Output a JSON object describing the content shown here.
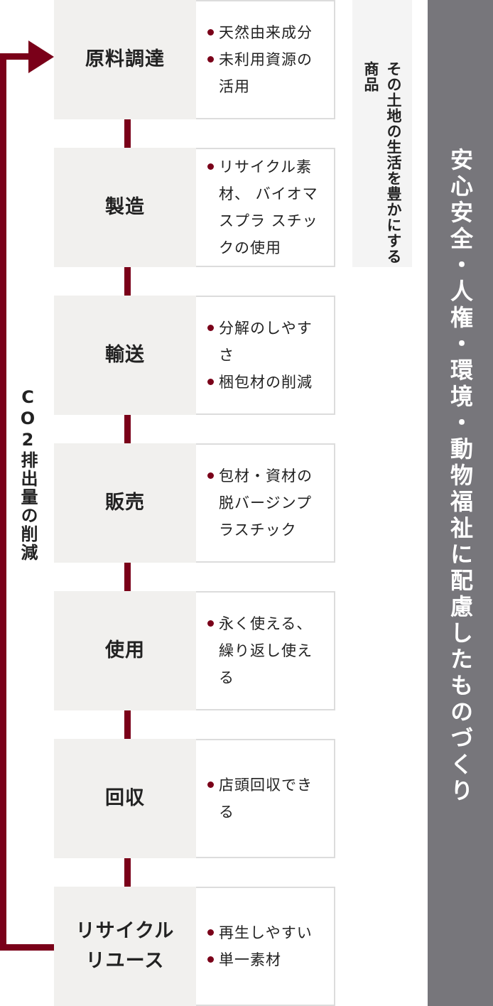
{
  "colors": {
    "accent": "#7a0019",
    "stage_bg": "#f1f0ee",
    "side_box_bg": "#f4f4f4",
    "band_bg": "#77767b"
  },
  "loop_label": "CO2排出量の削減",
  "side_note": "その土地の生活を豊かにする商品",
  "side_band": "安心安全・人権・環境・動物福祉に配慮したものづくり",
  "stages": [
    {
      "label": "原料調達",
      "bullets": [
        "天然由来成分",
        "未利用資源の活用"
      ]
    },
    {
      "label": "製造",
      "bullets": [
        "リサイクル素材、 バイオマスプラ スチックの使用"
      ]
    },
    {
      "label": "輸送",
      "bullets": [
        "分解のしやすさ",
        "梱包材の削減"
      ]
    },
    {
      "label": "販売",
      "bullets": [
        "包材・資材の脱バージンプラスチック"
      ]
    },
    {
      "label": "使用",
      "bullets": [
        "永く使える、繰り返し使える"
      ]
    },
    {
      "label": "回収",
      "bullets": [
        "店頭回収できる"
      ]
    },
    {
      "label": "リサイクル\nリユース",
      "label_lines": [
        "リサイクル",
        "リユース"
      ],
      "bullets": [
        "再生しやすい",
        "単一素材"
      ]
    }
  ]
}
